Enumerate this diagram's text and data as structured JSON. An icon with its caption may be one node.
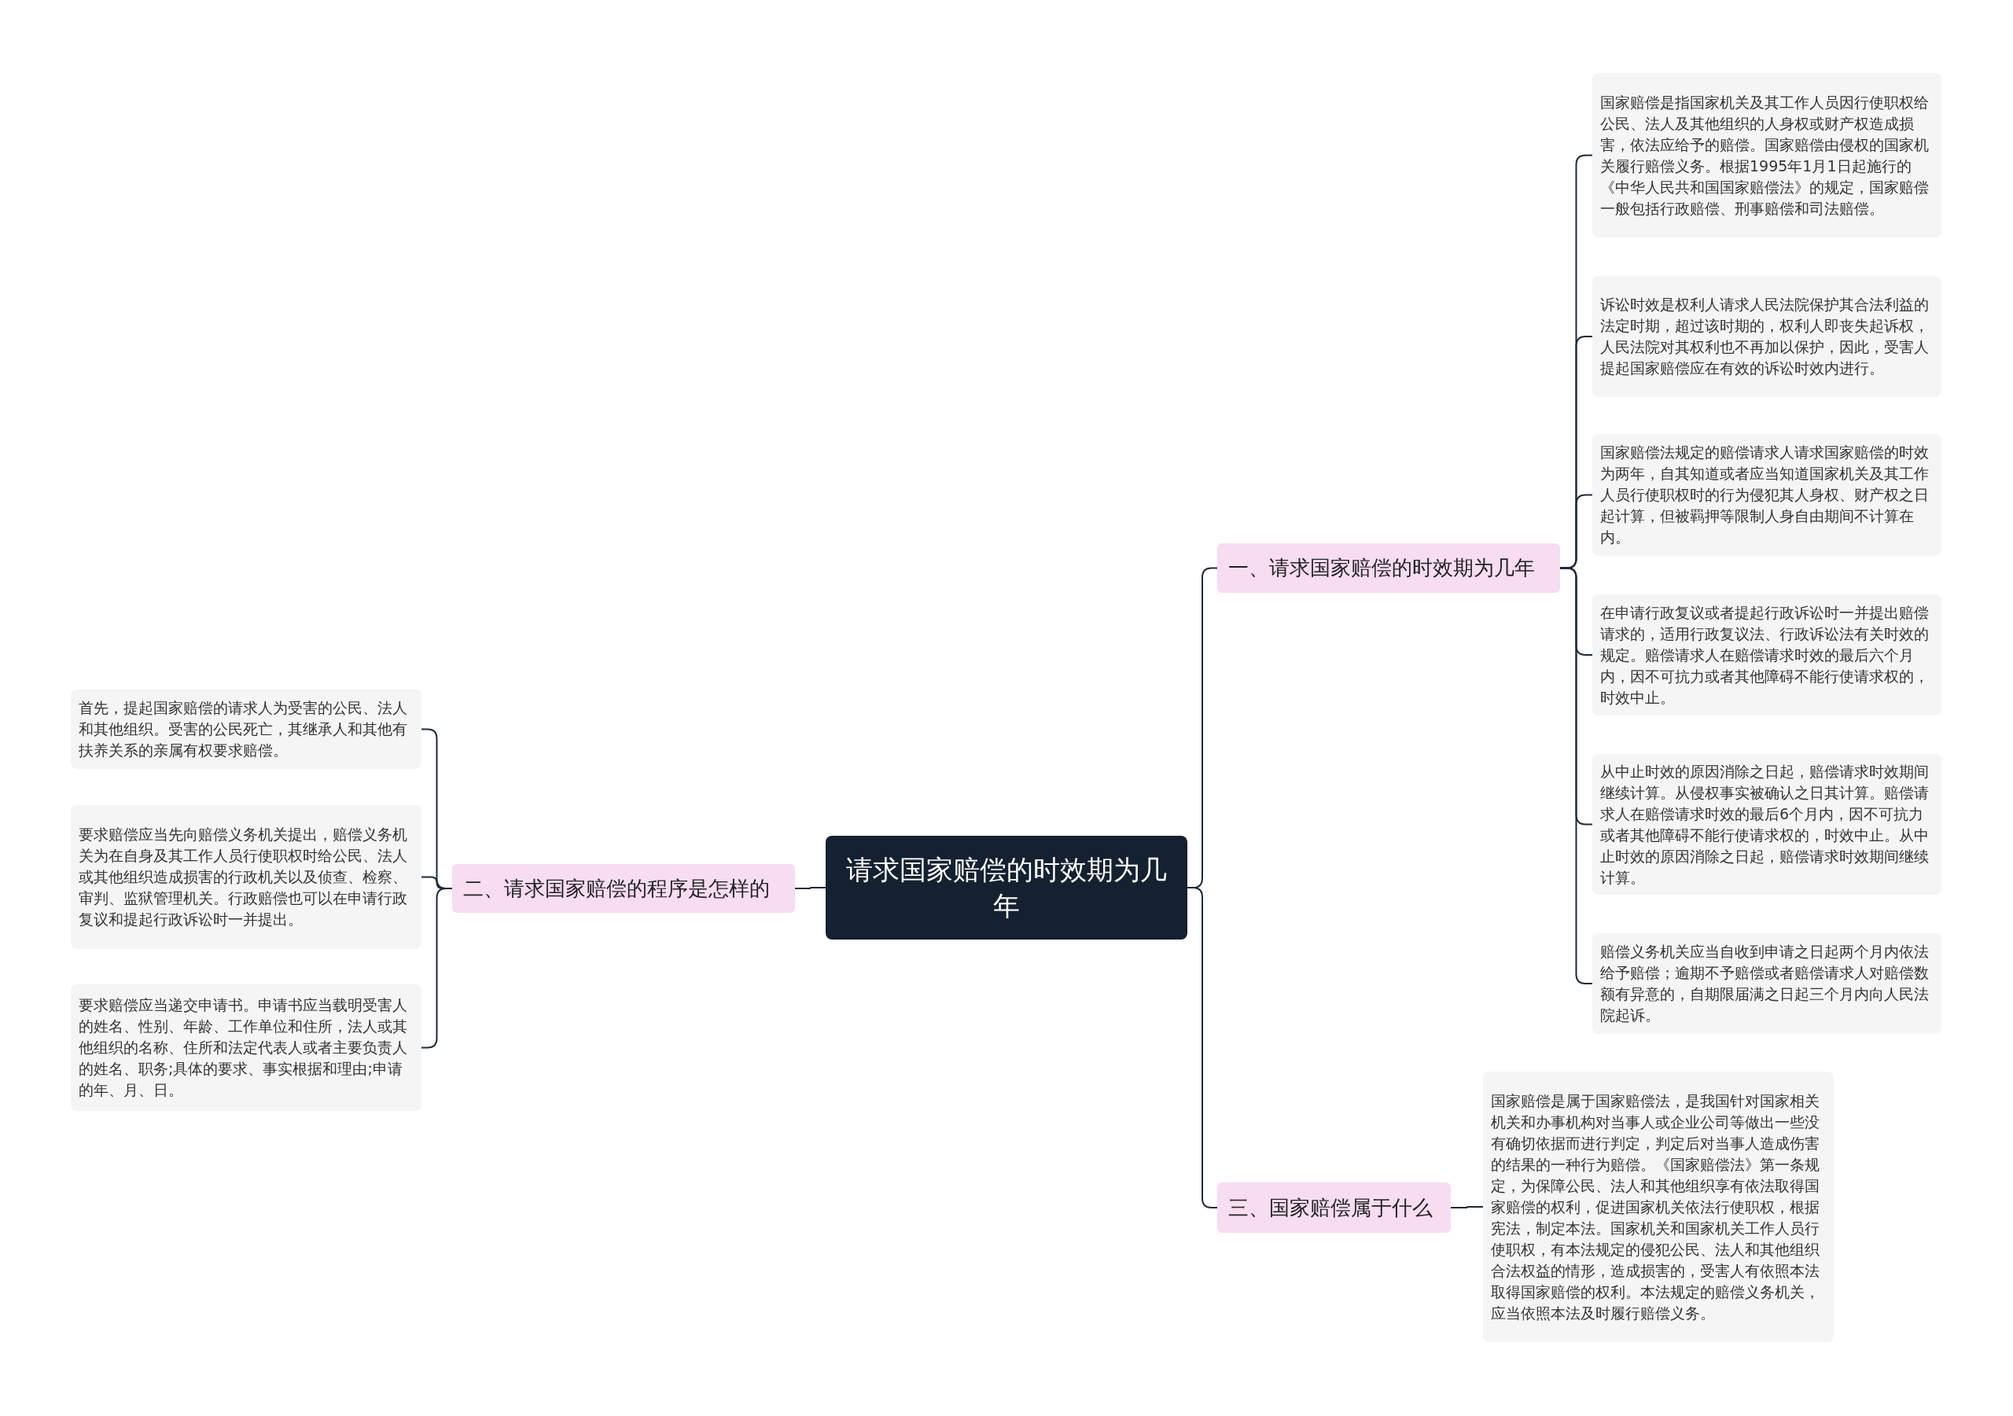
{
  "diagram": {
    "nodes": [
      {
        "text": [
          "请求国家赔偿的时效期为几年"
        ]
      },
      {
        "text": [
          "一、请求国家赔偿的时效期为几年"
        ]
      },
      {
        "text": [
          "国家赔偿是指国家机关及其工作人员因行使职权给公民、法人及其他组织的人身权或财产权造成损害，依法应给予的赔偿。国家赔偿由侵权的国家机关履行赔偿义务。根据1995年1月1日起施行的《中华人民共和国国家赔偿法》的规定，国家赔偿一般包括行政赔偿、刑事赔偿和司法赔偿。"
        ]
      },
      {
        "text": [
          "诉讼时效是权利人请求人民法院保护其合法利益的法定时期，超过该时期的，权利人即丧失起诉权，人民法院对其权利也不再加以保护，因此，受害人提起国家赔偿应在有效的诉讼时效内进行。"
        ]
      },
      {
        "text": [
          "国家赔偿法规定的赔偿请求人请求国家赔偿的时效为两年，自其知道或者应当知道国家机关及其工作人员行使职权时的行为侵犯其人身权、财产权之日起计算，但被羁押等限制人身自由期间不计算在内。"
        ]
      },
      {
        "text": [
          "在申请行政复议或者提起行政诉讼时一并提出赔偿请求的，适用行政复议法、行政诉讼法有关时效的规定。赔偿请求人在赔偿请求时效的最后六个月内，因不可抗力或者其他障碍不能行使请求权的，时效中止。"
        ]
      },
      {
        "text": [
          "从中止时效的原因消除之日起，赔偿请求时效期间继续计算。从侵权事实被确认之日其计算。赔偿请求人在赔偿请求时效的最后6个月内，因不可抗力或者其他障碍不能行使请求权的，时效中止。从中止时效的原因消除之日起，赔偿请求时效期间继续计算。"
        ]
      },
      {
        "text": [
          "赔偿义务机关应当自收到申请之日起两个月内依法给予赔偿；逾期不予赔偿或者赔偿请求人对赔偿数额有异意的，自期限届满之日起三个月内向人民法院起诉。"
        ]
      },
      {
        "text": [
          "二、请求国家赔偿的程序是怎样的"
        ]
      },
      {
        "text": [
          "首先，提起国家赔偿的请求人为受害的公民、法人和其他组织。受害的公民死亡，其继承人和其他有扶养关系的亲属有权要求赔偿。"
        ]
      },
      {
        "text": [
          "要求赔偿应当先向赔偿义务机关提出，赔偿义务机关为在自身及其工作人员行使职权时给公民、法人或其他组织造成损害的行政机关以及侦查、检察、审判、监狱管理机关。行政赔偿也可以在申请行政复议和提起行政诉讼时一并提出。"
        ]
      },
      {
        "text": [
          "要求赔偿应当递交申请书。申请书应当载明受害人的姓名、性别、年龄、工作单位和住所，法人或其他组织的名称、住所和法定代表人或者主要负责人的姓名、职务;具体的要求、事实根据和理由;申请的年、月、日。"
        ]
      },
      {
        "text": [
          "三、国家赔偿属于什么"
        ]
      },
      {
        "text": [
          "国家赔偿是属于国家赔偿法，是我国针对国家相关机关和办事机构对当事人或企业公司等做出一些没有确切依据而进行判定，判定后对当事人造成伤害的结果的一种行为赔偿。《国家赔偿法》第一条规定，为保障公民、法人和其他组织享有依法取得国家赔偿的权利，促进国家机关依法行使职权，根据宪法，制定本法。国家机关和国家机关工作人员行使职权，有本法规定的侵犯公民、法人和其他组织合法权益的情形，造成损害的，受害人有依照本法取得国家赔偿的权利。本法规定的赔偿义务机关，应当依照本法及时履行赔偿义务。"
        ]
      }
    ],
    "edges": [
      {
        "from": 0,
        "to": 1,
        "arrow": "none"
      },
      {
        "from": 1,
        "to": 2,
        "arrow": "none"
      },
      {
        "from": 1,
        "to": 3,
        "arrow": "none"
      },
      {
        "from": 1,
        "to": 4,
        "arrow": "none"
      },
      {
        "from": 1,
        "to": 5,
        "arrow": "none"
      },
      {
        "from": 1,
        "to": 6,
        "arrow": "none"
      },
      {
        "from": 1,
        "to": 7,
        "arrow": "none"
      },
      {
        "from": 0,
        "to": 8,
        "arrow": "none"
      },
      {
        "from": 8,
        "to": 9,
        "arrow": "none"
      },
      {
        "from": 8,
        "to": 10,
        "arrow": "none"
      },
      {
        "from": 8,
        "to": 11,
        "arrow": "none"
      },
      {
        "from": 0,
        "to": 12,
        "arrow": "none"
      },
      {
        "from": 12,
        "to": 13,
        "arrow": "none"
      }
    ]
  }
}
